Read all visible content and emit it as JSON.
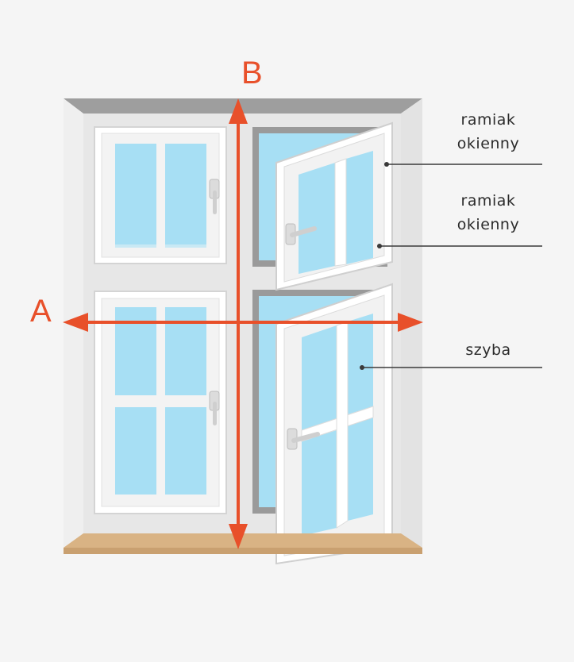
{
  "dimensions": {
    "width_letter": "A",
    "height_letter": "B"
  },
  "labels": [
    {
      "id": "sash-top",
      "lines": [
        "ramiak",
        "okienny"
      ]
    },
    {
      "id": "sash-bottom",
      "lines": [
        "ramiak",
        "okienny"
      ]
    },
    {
      "id": "glass",
      "lines": [
        "szyba"
      ]
    }
  ],
  "colors": {
    "background": "#f5f5f5",
    "wall": "#e7e7e7",
    "reveal_top": "#9e9e9e",
    "frame": "#ffffff",
    "frame_edge": "#d4d4d4",
    "glass": "#a7dff4",
    "sill": "#d9b384",
    "arrow": "#e8502a",
    "leader": "#3a3a3a"
  },
  "icons": [
    "window-handle-icon",
    "double-arrow-icon"
  ]
}
